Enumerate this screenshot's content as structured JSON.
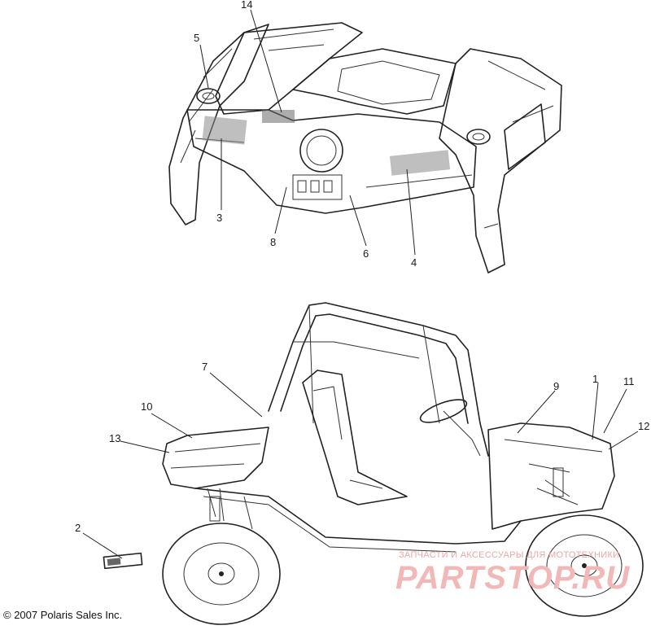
{
  "diagram": {
    "callouts": [
      "1",
      "2",
      "3",
      "4",
      "5",
      "6",
      "7",
      "8",
      "9",
      "10",
      "11",
      "12",
      "13",
      "14"
    ],
    "copyright": "© 2007 Polaris Sales Inc."
  },
  "watermark": {
    "subtitle": "ЗАПЧАСТИ И АКСЕССУАРЫ ДЛЯ МОТОТЕХНИКИ",
    "logo": "PARTSTOP.RU",
    "color": "#f2b8b8"
  }
}
